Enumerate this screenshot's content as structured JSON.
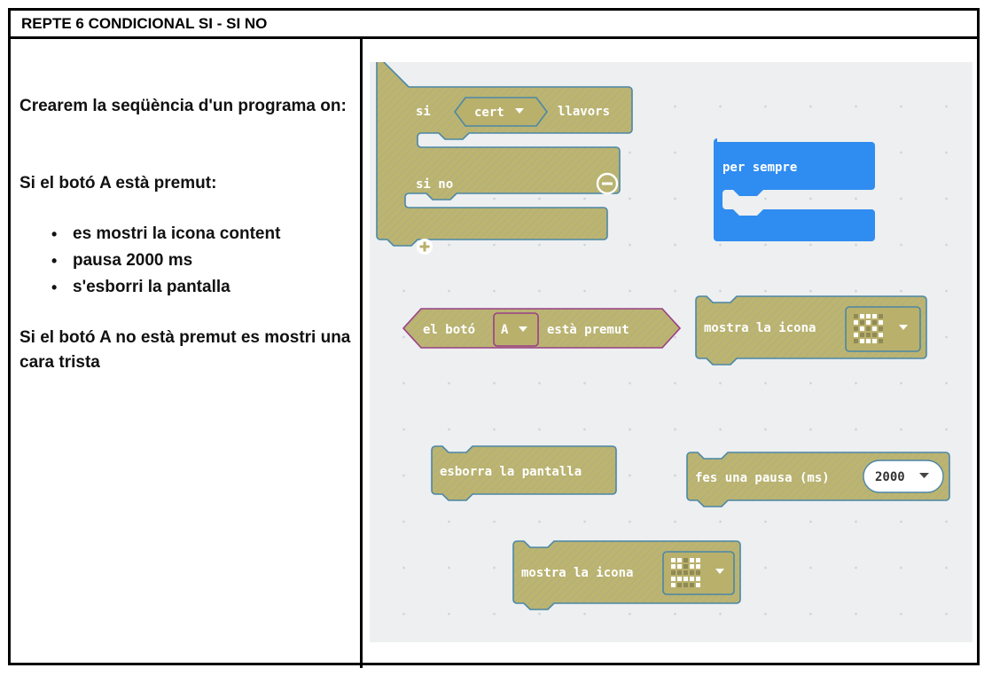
{
  "title": "REPTE 6 CONDICIONAL SI - SI NO",
  "instructions": {
    "intro": "Crearem la seqüència d'un programa on:",
    "if_pressed": "Si el botó A està premut:",
    "steps": [
      "es mostri la icona content",
      "pausa 2000 ms",
      "s'esborri la pantalla"
    ],
    "else_text": "Si el botó A no està premut es mostri una cara trista"
  },
  "blocks": {
    "if_block": {
      "si": "si",
      "cert": "cert",
      "llavors": "llavors",
      "si_no": "si no"
    },
    "forever": {
      "label": "per sempre",
      "color": "#2f8cf0"
    },
    "button_pressed": {
      "prefix": "el botó",
      "button": "A",
      "suffix": "està premut"
    },
    "show_icon_1": {
      "label": "mostra la icona"
    },
    "clear_screen": {
      "label": "esborra la pantalla"
    },
    "pause": {
      "label": "fes una pausa (ms)",
      "value": "2000"
    },
    "show_icon_2": {
      "label": "mostra la icona"
    }
  },
  "colors": {
    "block_fill": "#b9b06c",
    "block_stroke": "#4b87a6",
    "forever_fill": "#2f8cf0",
    "workspace": "#edeff1"
  }
}
